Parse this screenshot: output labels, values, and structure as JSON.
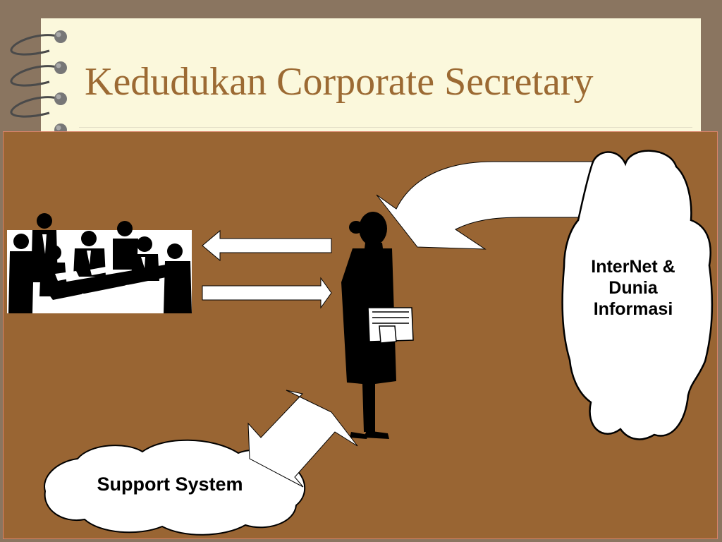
{
  "slide": {
    "title": "Kedudukan Corporate Secretary",
    "colors": {
      "page_background": "#8a7560",
      "title_card": "#fbf8dc",
      "title_text": "#9c6a33",
      "panel": "#996533",
      "panel_border": "#d9836a",
      "shape_fill": "#ffffff"
    }
  },
  "diagram": {
    "nodes": {
      "meeting": {
        "icon": "business-meeting-icon"
      },
      "secretary": {
        "icon": "businesswoman-icon"
      },
      "internet": {
        "label_lines": [
          "InterNet &",
          "Dunia",
          "Informasi"
        ],
        "shape": "cloud"
      },
      "support": {
        "label": "Support System",
        "shape": "cloud"
      }
    },
    "edges": [
      {
        "from": "secretary",
        "to": "meeting",
        "style": "block-arrow-left"
      },
      {
        "from": "meeting",
        "to": "secretary",
        "style": "block-arrow-right"
      },
      {
        "from": "internet",
        "to": "secretary",
        "style": "curved-block-arrow"
      },
      {
        "between": [
          "secretary",
          "support"
        ],
        "style": "double-block-arrow"
      }
    ]
  }
}
